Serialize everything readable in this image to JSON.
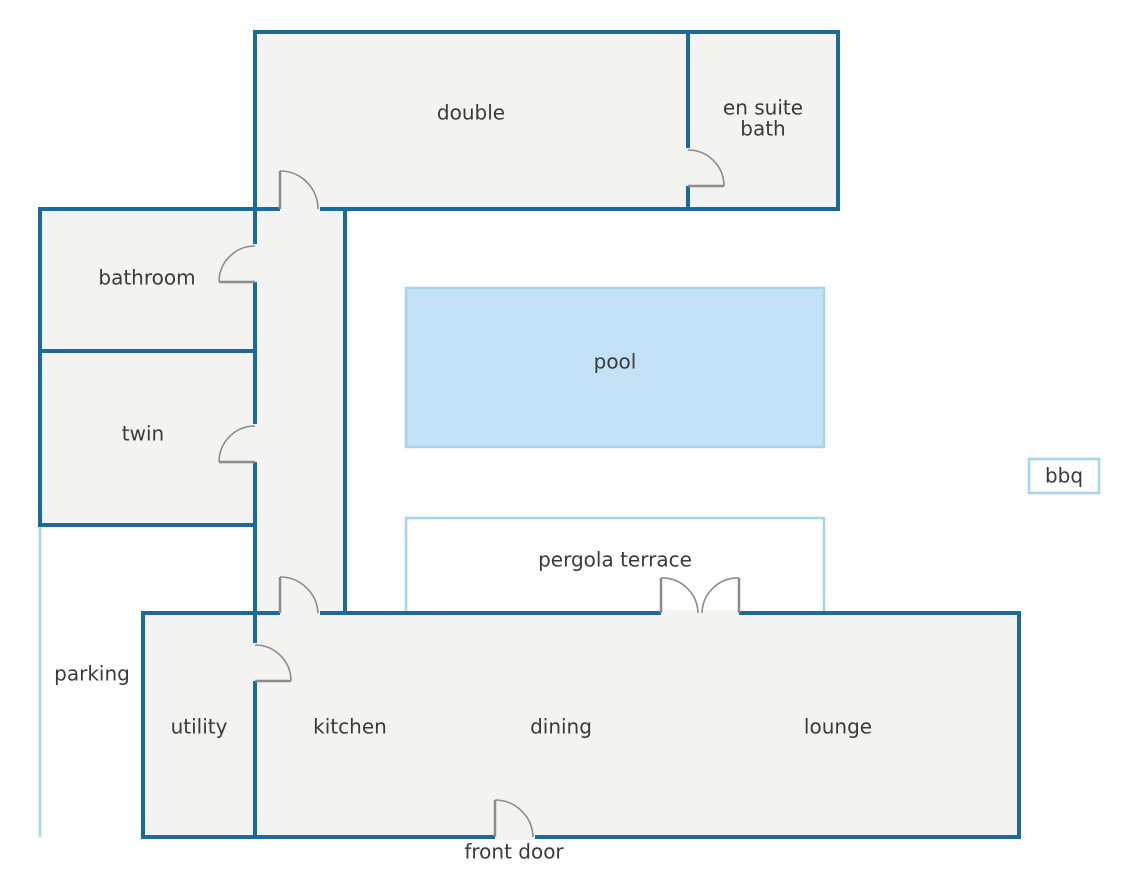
{
  "colors": {
    "wall": "#1a6a9a",
    "room_fill": "#f3f3f2",
    "outdoor_outline": "#a8d4ea",
    "pool_fill": "#c4e2f5",
    "door": "#8c8c8c",
    "text": "#3a3a3a"
  },
  "labels": {
    "double": "double",
    "ensuite_line1": "en suite",
    "ensuite_line2": "bath",
    "bathroom": "bathroom",
    "twin": "twin",
    "pool": "pool",
    "bbq": "bbq",
    "pergola": "pergola terrace",
    "parking": "parking",
    "utility": "utility",
    "kitchen": "kitchen",
    "dining": "dining",
    "lounge": "lounge",
    "front_door": "front door"
  }
}
